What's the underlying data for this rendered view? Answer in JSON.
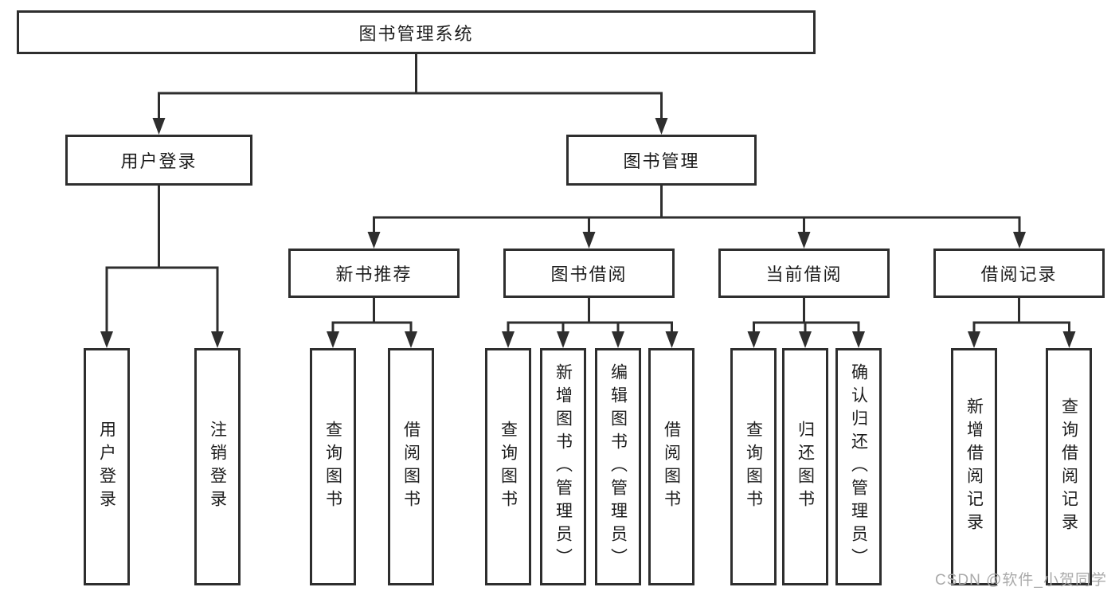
{
  "diagram": {
    "root": {
      "label": "图书管理系统"
    },
    "level2": [
      {
        "label": "用户登录",
        "children": [
          {
            "label": "用户登录"
          },
          {
            "label": "注销登录"
          }
        ]
      },
      {
        "label": "图书管理",
        "children": [
          {
            "label": "新书推荐",
            "children": [
              {
                "label": "查询图书"
              },
              {
                "label": "借阅图书"
              }
            ]
          },
          {
            "label": "图书借阅",
            "children": [
              {
                "label": "查询图书"
              },
              {
                "label": "新增图书（管理员）"
              },
              {
                "label": "编辑图书（管理员）"
              },
              {
                "label": "借阅图书"
              }
            ]
          },
          {
            "label": "当前借阅",
            "children": [
              {
                "label": "查询图书"
              },
              {
                "label": "归还图书"
              },
              {
                "label": "确认归还（管理员）"
              }
            ]
          },
          {
            "label": "借阅记录",
            "children": [
              {
                "label": "新增借阅记录"
              },
              {
                "label": "查询借阅记录"
              }
            ]
          }
        ]
      }
    ]
  },
  "watermark": {
    "text": "CSDN @软件_小贺同学"
  },
  "colors": {
    "line": "#2e2e2e",
    "box_border": "#2e2e2e",
    "text": "#1c1c1c",
    "background": "#ffffff",
    "watermark": "#aaaaaa"
  }
}
